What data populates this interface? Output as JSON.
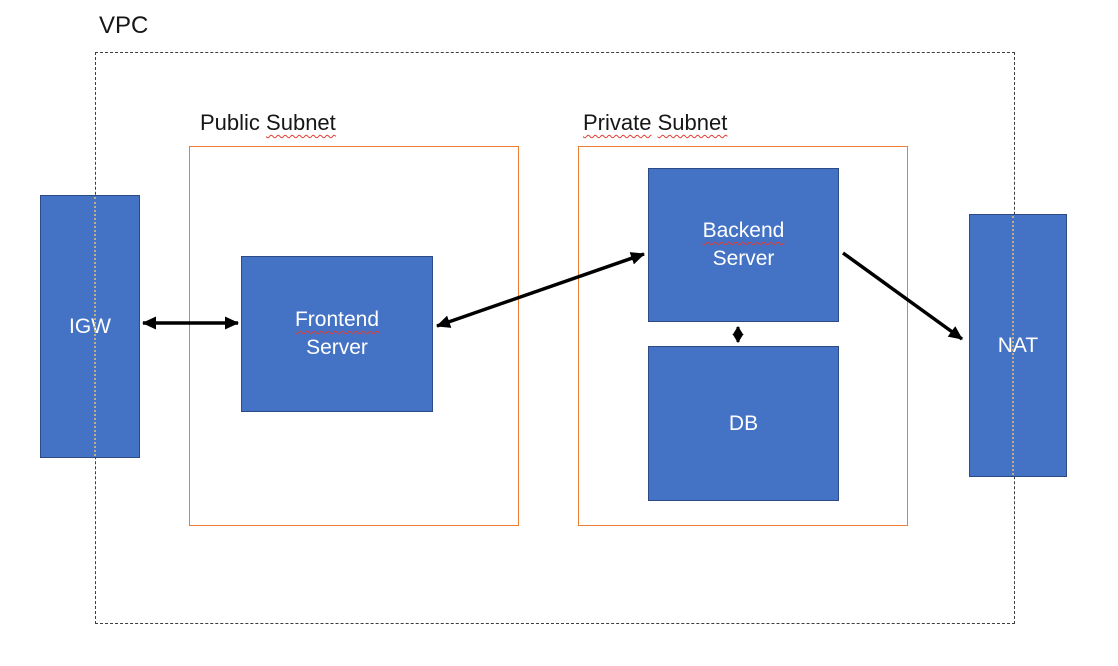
{
  "labels": {
    "vpc": "VPC",
    "public_subnet": {
      "word1": "Public",
      "word2": "Subnet"
    },
    "private_subnet": {
      "word1": "Private",
      "word2": "Subnet"
    }
  },
  "nodes": {
    "igw": {
      "label": "IGW"
    },
    "frontend": {
      "line1": "Frontend",
      "line2": "Server"
    },
    "backend": {
      "line1": "Backend",
      "line2": "Server"
    },
    "db": {
      "label": "DB"
    },
    "nat": {
      "label": "NAT"
    }
  },
  "edges": [
    {
      "name": "igw-frontend",
      "from": "IGW",
      "to": "Frontend Server",
      "direction": "bidirectional"
    },
    {
      "name": "frontend-backend",
      "from": "Frontend Server",
      "to": "Backend Server",
      "direction": "bidirectional"
    },
    {
      "name": "backend-db",
      "from": "Backend Server",
      "to": "DB",
      "direction": "bidirectional"
    },
    {
      "name": "backend-nat",
      "from": "Backend Server",
      "to": "NAT",
      "direction": "unidirectional"
    }
  ],
  "colors": {
    "canvas_bg": "#FFFFFF",
    "node_fill": "#4472C4",
    "node_border": "#2B4A86",
    "node_text": "#FFFFFF",
    "subnet_border": "#ED7D31",
    "vpc_border": "#3F3F3F",
    "vpc_border_on_node": "#C0AF86",
    "arrow": "#000000",
    "spellcheck_red": "#E03C31",
    "label_text": "#161616"
  }
}
